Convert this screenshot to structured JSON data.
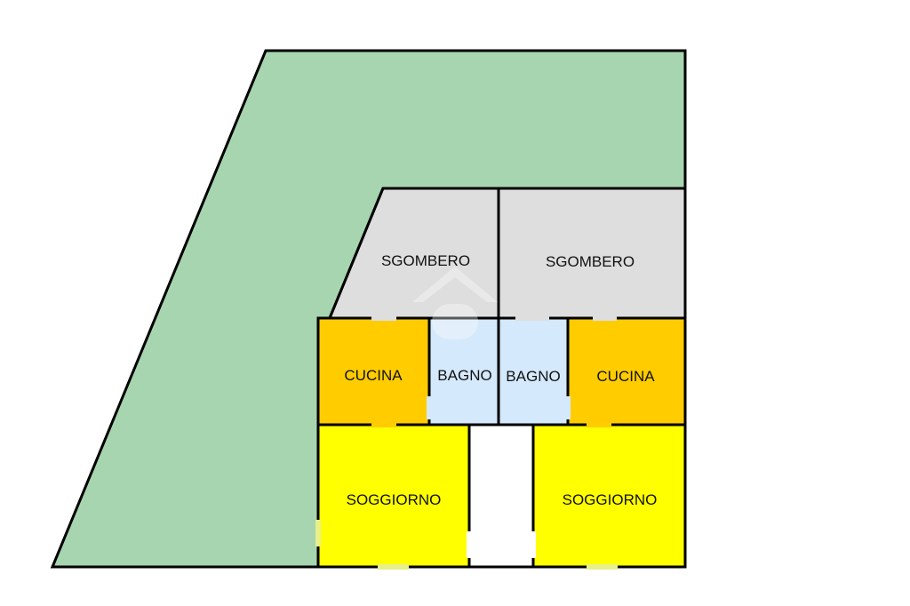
{
  "colors": {
    "garden": "#a7d5b0",
    "storage": "#dedede",
    "kitchen": "#ffcc00",
    "bathroom": "#d4e9fb",
    "living": "#ffff00",
    "corridor": "#ffffff",
    "wall": "#000000"
  },
  "rooms": {
    "storage_left": {
      "label": "SGOMBERO"
    },
    "storage_right": {
      "label": "SGOMBERO"
    },
    "kitchen_left": {
      "label": "CUCINA"
    },
    "bathroom_left": {
      "label": "BAGNO"
    },
    "bathroom_right": {
      "label": "BAGNO"
    },
    "kitchen_right": {
      "label": "CUCINA"
    },
    "living_left": {
      "label": "SOGGIORNO"
    },
    "living_right": {
      "label": "SOGGIORNO"
    }
  },
  "icons": {
    "watermark": "house-watermark-icon"
  }
}
